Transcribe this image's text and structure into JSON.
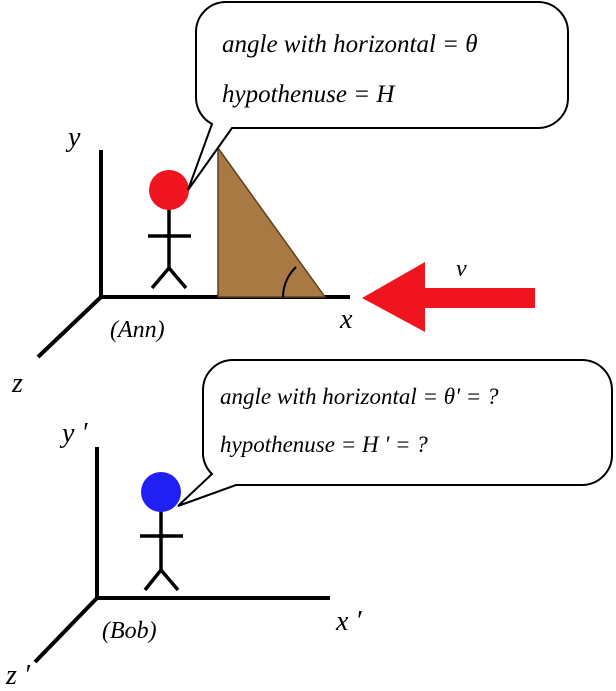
{
  "ann_frame": {
    "axis_labels": {
      "x": "x",
      "y": "y",
      "z": "z"
    },
    "observer_name": "(Ann)",
    "head_color": "#F0141E",
    "triangle_color": "#A87942",
    "speech": {
      "line1": "angle with horizontal = θ",
      "line2": "hypothenuse = H"
    },
    "velocity_label": "v",
    "arrow_color": "#F0141E"
  },
  "bob_frame": {
    "axis_labels": {
      "x": "x ′",
      "y": "y ′",
      "z": "z ′"
    },
    "observer_name": "(Bob)",
    "head_color": "#2020F5",
    "speech": {
      "line1": "angle with horizontal = θ' = ?",
      "line2": "hypothenuse = H ' = ?"
    }
  }
}
